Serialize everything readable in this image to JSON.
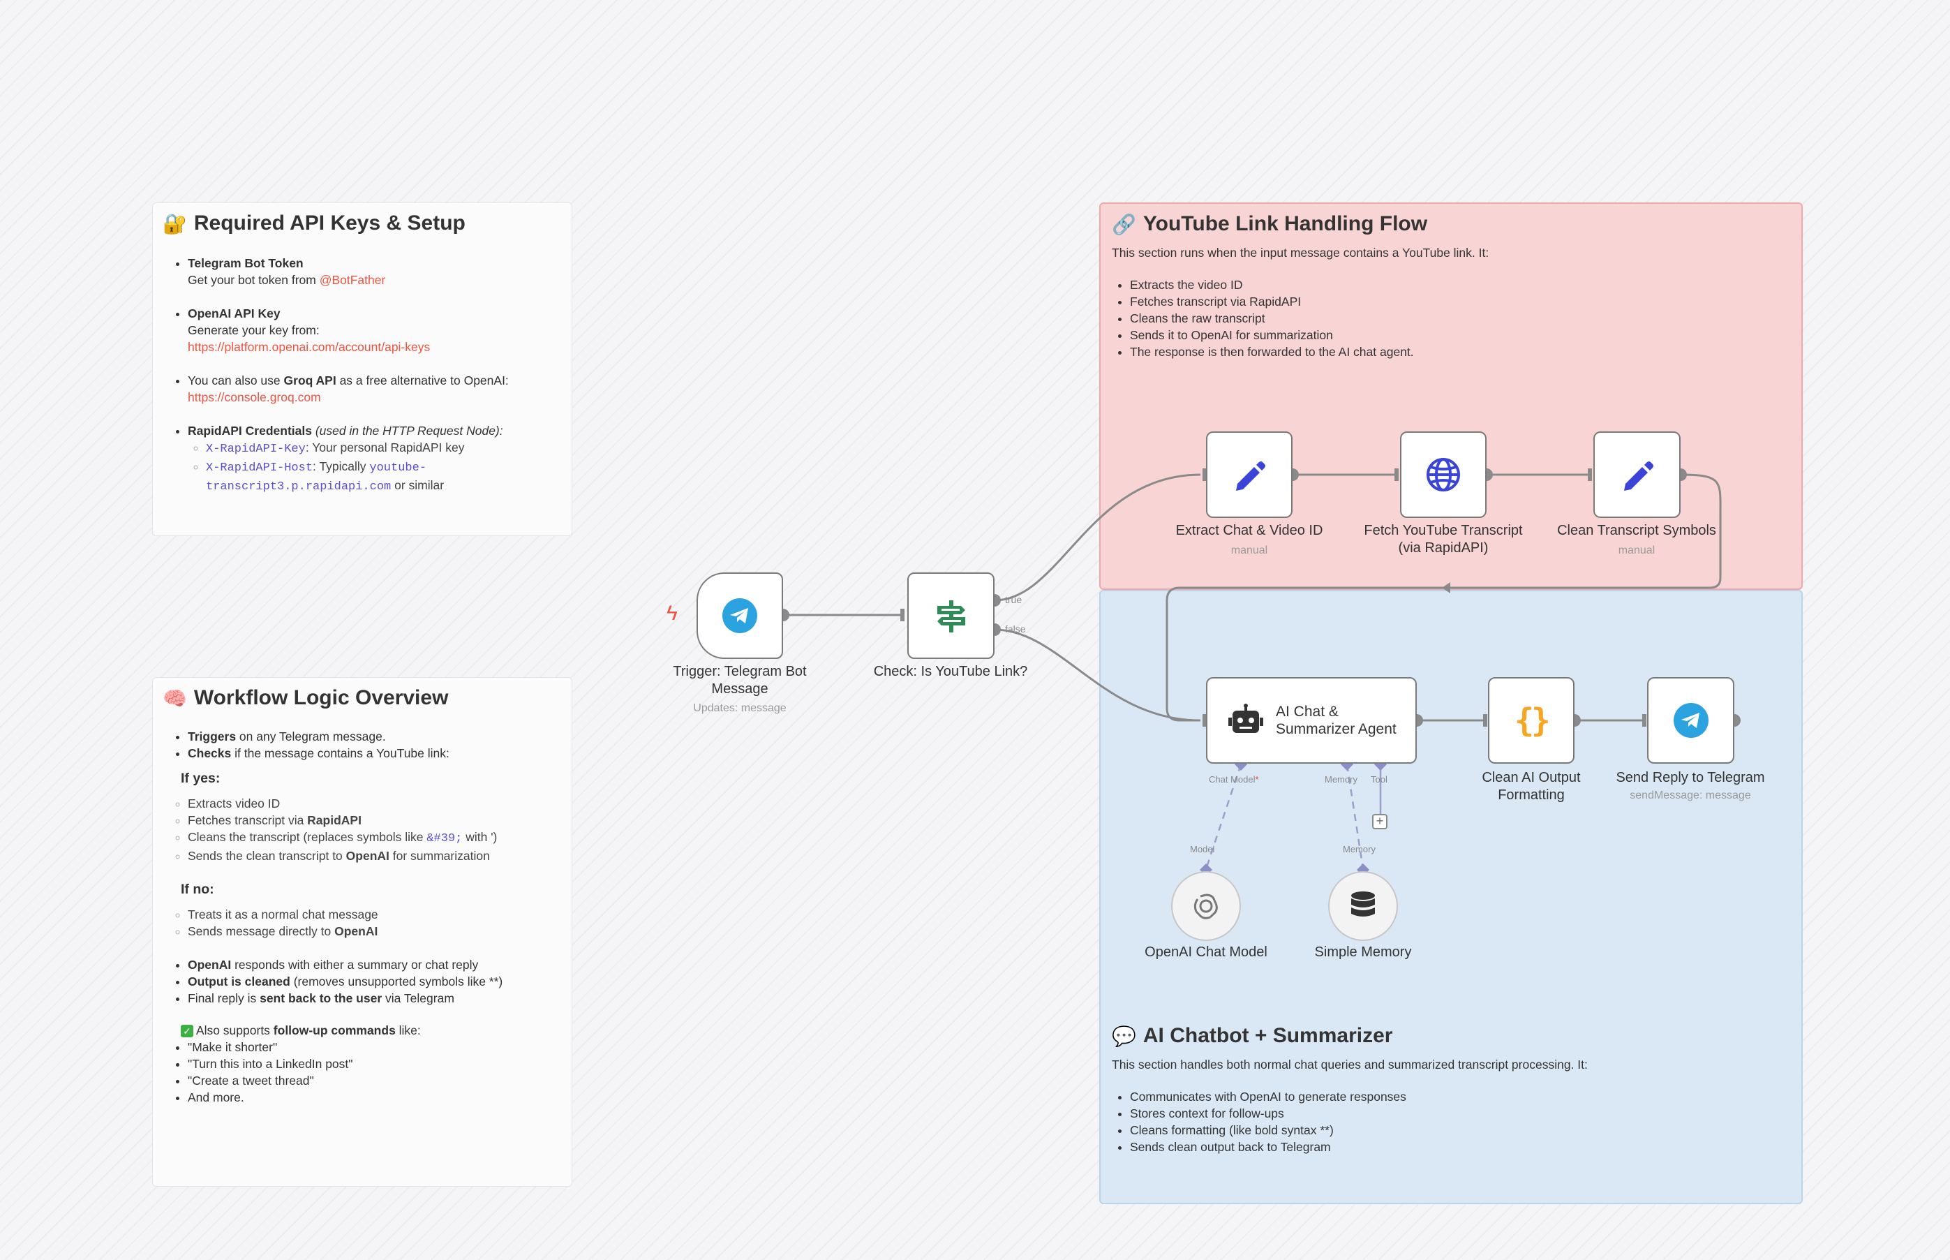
{
  "notes": {
    "api": {
      "title": "Required API Keys & Setup",
      "emoji": "🔐",
      "telegram_title": "Telegram Bot Token",
      "telegram_text": "Get your bot token from ",
      "telegram_link": "@BotFather",
      "openai_title": "OpenAI API Key",
      "openai_text": "Generate your key from:",
      "openai_link": "https://platform.openai.com/account/api-keys",
      "groq_pre": "You can also use ",
      "groq_bold": "Groq API",
      "groq_post": " as a free alternative to OpenAI:",
      "groq_link": "https://console.groq.com",
      "rapid_title": "RapidAPI Credentials",
      "rapid_italic": " (used in the HTTP Request Node):",
      "rapid_key_code": "X-RapidAPI-Key",
      "rapid_key_text": ": Your personal RapidAPI key",
      "rapid_host_code": "X-RapidAPI-Host",
      "rapid_host_text": ": Typically ",
      "rapid_host_value1": "youtube-",
      "rapid_host_value2": "transcript3.p.rapidapi.com",
      "rapid_host_suffix": " or similar"
    },
    "logic": {
      "title": "Workflow Logic Overview",
      "emoji": "🧠",
      "triggers_bold": "Triggers",
      "triggers_text": " on any Telegram message.",
      "checks_bold": "Checks",
      "checks_text": " if the message contains a YouTube link:",
      "if_yes": "If yes:",
      "yes_1": "Extracts video ID",
      "yes_2_pre": "Fetches transcript via ",
      "yes_2_bold": "RapidAPI",
      "yes_3_pre": "Cleans the transcript (replaces symbols like ",
      "yes_3_code": "&#39;",
      "yes_3_post": " with ')",
      "yes_4_pre": "Sends the clean transcript to ",
      "yes_4_bold": "OpenAI",
      "yes_4_post": " for summarization",
      "if_no": "If no:",
      "no_1": "Treats it as a normal chat message",
      "no_2_pre": "Sends message directly to ",
      "no_2_bold": "OpenAI",
      "openai_bold": "OpenAI",
      "openai_text": " responds with either a summary or chat reply",
      "output_bold": "Output is cleaned",
      "output_text": " (removes unsupported symbols like **)",
      "final_pre": "Final reply is ",
      "final_bold": "sent back to the user",
      "final_post": " via Telegram",
      "also_pre": "Also supports ",
      "also_bold": "follow-up commands",
      "also_post": " like:",
      "cmd_1": "\"Make it shorter\"",
      "cmd_2": "\"Turn this into a LinkedIn post\"",
      "cmd_3": "\"Create a tweet thread\"",
      "cmd_4": "And more."
    },
    "youtube": {
      "title": "YouTube Link Handling Flow",
      "emoji": "🔗",
      "intro": "This section runs when the input message contains a YouTube link. It:",
      "items": [
        "Extracts the video ID",
        "Fetches transcript via RapidAPI",
        "Cleans the raw transcript",
        "Sends it to OpenAI for summarization",
        "The response is then forwarded to the AI chat agent."
      ]
    },
    "chatbot": {
      "title": "AI Chatbot + Summarizer",
      "emoji": "💬",
      "intro": "This section handles both normal chat queries and summarized transcript processing. It:",
      "items": [
        "Communicates with OpenAI to generate responses",
        "Stores context for follow-ups",
        "Cleans formatting (like bold syntax **)",
        "Sends clean output back to Telegram"
      ]
    }
  },
  "nodes": {
    "trigger": {
      "label": "Trigger: Telegram Bot Message",
      "sub": "Updates: message"
    },
    "check": {
      "label": "Check: Is YouTube Link?",
      "true_label": "true",
      "false_label": "false"
    },
    "extract": {
      "label": "Extract Chat & Video ID",
      "sub": "manual"
    },
    "fetch": {
      "label1": "Fetch YouTube Transcript",
      "label2": "(via RapidAPI)"
    },
    "clean_transcript": {
      "label": "Clean Transcript Symbols",
      "sub": "manual"
    },
    "agent": {
      "label1": "AI Chat &",
      "label2": "Summarizer Agent",
      "port_chat": "Chat Model",
      "port_memory": "Memory",
      "port_tool": "Tool",
      "required_mark": "*"
    },
    "clean_output": {
      "label1": "Clean AI Output",
      "label2": "Formatting"
    },
    "send_reply": {
      "label": "Send Reply to Telegram",
      "sub": "sendMessage: message"
    },
    "openai_model": {
      "label": "OpenAI Chat Model",
      "port": "Model"
    },
    "memory": {
      "label": "Simple Memory",
      "port": "Memory"
    }
  },
  "colors": {
    "pink_bg": "#f8d4d4",
    "blue_bg": "#dae8f5",
    "link": "#ee5340",
    "telegram": "#2aa3e0",
    "switch_green": "#2e8b57",
    "edit_blue": "#3b44d8",
    "braces_orange": "#f5a623",
    "ai_port": "#8c8fc7"
  }
}
